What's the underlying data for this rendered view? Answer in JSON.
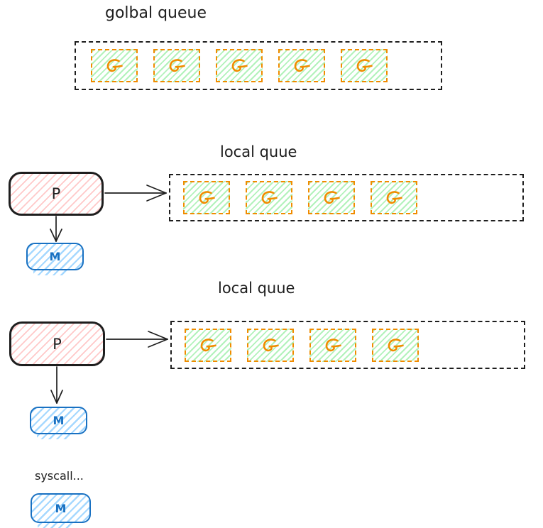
{
  "colors": {
    "ink": "#1e1e1e",
    "orange": "#f08c00",
    "green_fill": "#b2f2bb",
    "red_fill": "#ffc9c9",
    "blue": "#1971c2",
    "blue_fill": "#a5d8ff"
  },
  "global_queue": {
    "label": "golbal queue",
    "goroutines": [
      {
        "glyph": "G"
      },
      {
        "glyph": "G"
      },
      {
        "glyph": "G"
      },
      {
        "glyph": "G"
      },
      {
        "glyph": "G"
      }
    ]
  },
  "sections": [
    {
      "queue_label": "local quue",
      "processor_label": "P",
      "machine_label": "M",
      "goroutines": [
        {
          "glyph": "G"
        },
        {
          "glyph": "G"
        },
        {
          "glyph": "G"
        },
        {
          "glyph": "G"
        }
      ]
    },
    {
      "queue_label": "local quue",
      "processor_label": "P",
      "machine_label": "M",
      "goroutines": [
        {
          "glyph": "G"
        },
        {
          "glyph": "G"
        },
        {
          "glyph": "G"
        },
        {
          "glyph": "G"
        }
      ]
    }
  ],
  "syscall": {
    "label": "syscall...",
    "machine_label": "M"
  }
}
